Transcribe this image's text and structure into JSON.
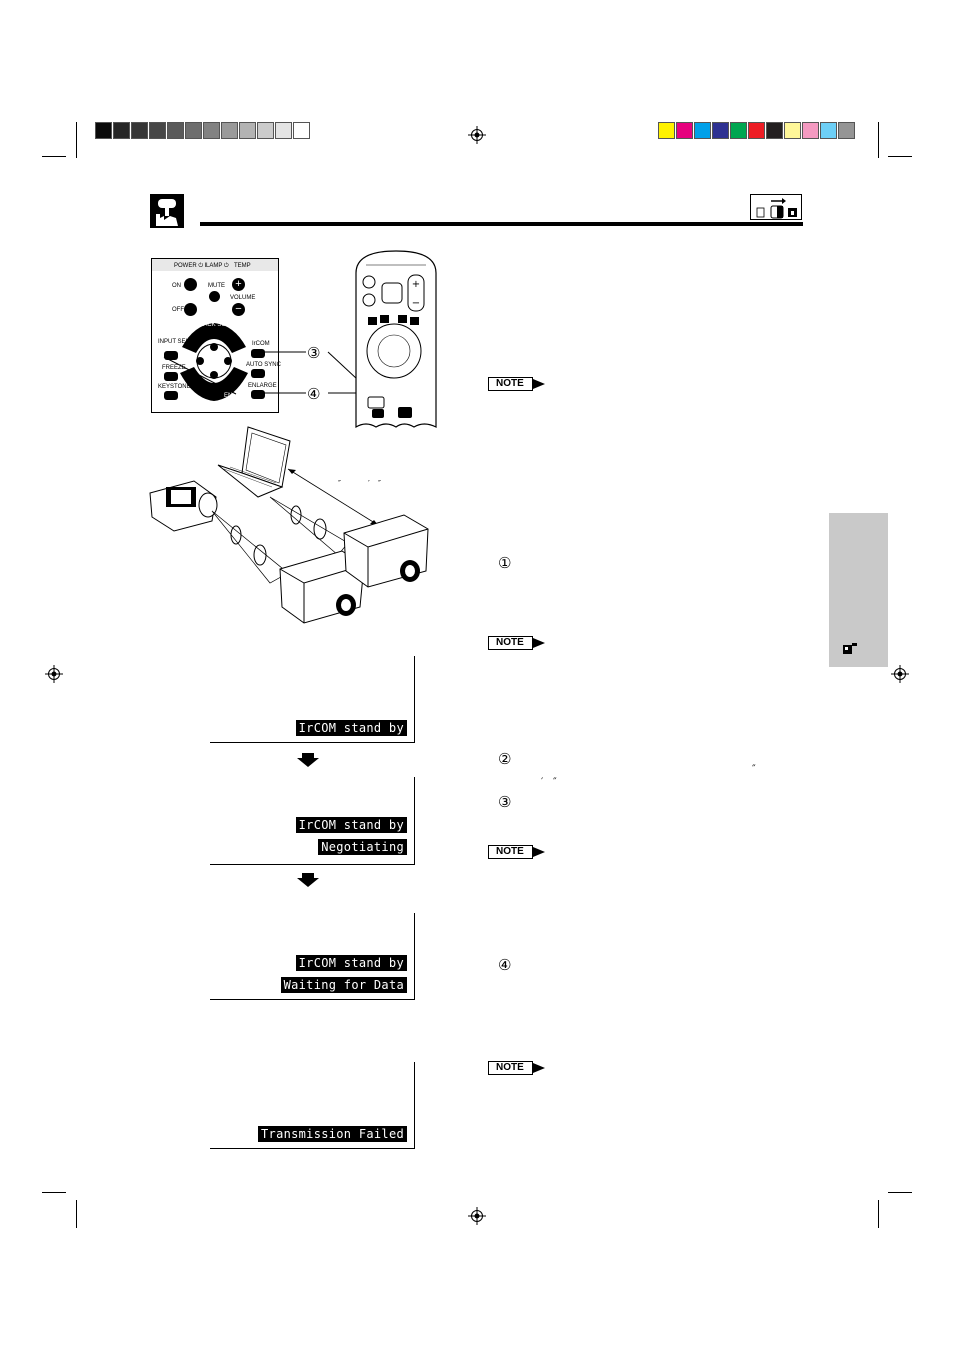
{
  "colors": {
    "gray_bar": [
      "#0a0a0a",
      "#262626",
      "#363636",
      "#474747",
      "#5a5a5a",
      "#6e6e6e",
      "#828282",
      "#9a9a9a",
      "#b3b3b3",
      "#cbcbcb",
      "#e4e4e4",
      "#ffffff"
    ],
    "color_bar": [
      "#fff200",
      "#e6007e",
      "#00a0e9",
      "#2e3192",
      "#00a651",
      "#ed1c24",
      "#231f20",
      "#fff799",
      "#f49ac1",
      "#6dcff6",
      "#959595"
    ],
    "side_tab": "#c9c9c9"
  },
  "icons": {
    "header_icon": "pointer-hand-icon",
    "mode_icon": "mode-indicator-icon",
    "side_tab_icon": "projector-icon",
    "arrow_down": "down-arrow-icon"
  },
  "remote_panel": {
    "indicators": [
      "POWER ⏻ Ⅰ",
      "LAMP ⏻",
      "TEMP"
    ],
    "labels": [
      "ON",
      "MUTE",
      "OFF",
      "VOLUME",
      "BLACK SCREEN",
      "MENU",
      "INPUT SELECT",
      "IrCOM",
      "FREEZE",
      "AUTO SYNC",
      "KEYSTONE",
      "ENLARGE",
      "ENTER"
    ],
    "callouts": [
      "③",
      "④"
    ]
  },
  "osd_screens": [
    {
      "lines": [
        "IrCOM stand by"
      ]
    },
    {
      "lines": [
        "IrCOM stand by",
        "Negotiating"
      ]
    },
    {
      "lines": [
        "IrCOM stand by",
        "Waiting for Data"
      ]
    },
    {
      "lines": [
        "Transmission Failed"
      ]
    }
  ],
  "note_label": "NOTE",
  "steps": [
    "①",
    "②",
    "③",
    "④"
  ]
}
